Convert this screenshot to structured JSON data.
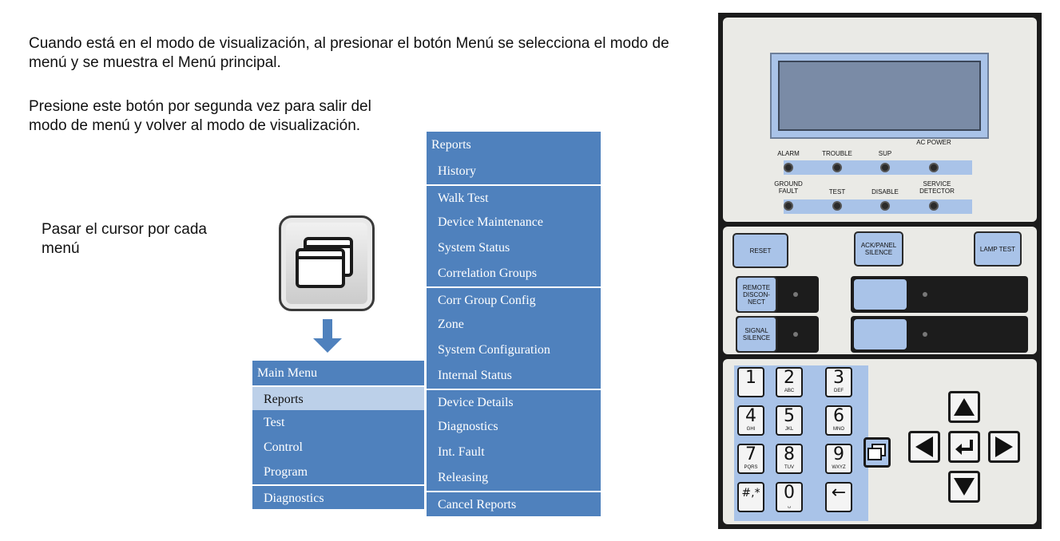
{
  "instructions": {
    "intro": "Cuando está en el modo de visualización, al presionar el botón Menú se selecciona el modo de menú y se muestra el Menú principal.",
    "exit": "Presione este botón por segunda vez para salir del modo de menú y volver al modo de visualización.",
    "hover": "Pasar el cursor por cada menú"
  },
  "main_menu": {
    "title": "Main Menu",
    "items": [
      "Reports",
      "Test",
      "Control",
      "Program",
      "Diagnostics"
    ],
    "selected": "Reports"
  },
  "reports_menu": {
    "title": "Reports",
    "items": [
      "History",
      "Walk Test",
      "Device Maintenance",
      "System Status",
      "Correlation Groups",
      "Corr Group Config",
      "Zone",
      "System Configuration",
      "Internal Status",
      "Device Details",
      "Diagnostics",
      "Int. Fault",
      "Releasing",
      "Cancel Reports"
    ]
  },
  "panel": {
    "leds_row1": [
      "ALARM",
      "TROUBLE",
      "SUP",
      "AC POWER"
    ],
    "leds_row2": [
      "GROUND FAULT",
      "TEST",
      "DISABLE",
      "SERVICE DETECTOR"
    ],
    "buttons": {
      "reset": "RESET",
      "ack": "ACK/PANEL SILENCE",
      "lamp": "LAMP TEST",
      "remote": "REMOTE DISCON-NECT",
      "signal": "SIGNAL SILENCE"
    },
    "keys": [
      {
        "num": "1",
        "sub": ""
      },
      {
        "num": "2",
        "sub": "ABC"
      },
      {
        "num": "3",
        "sub": "DEF"
      },
      {
        "num": "4",
        "sub": "GHI"
      },
      {
        "num": "5",
        "sub": "JKL"
      },
      {
        "num": "6",
        "sub": "MNO"
      },
      {
        "num": "7",
        "sub": "PQRS"
      },
      {
        "num": "8",
        "sub": "TUV"
      },
      {
        "num": "9",
        "sub": "WXYZ"
      },
      {
        "num": "#,*",
        "sub": ""
      },
      {
        "num": "0",
        "sub": "␣"
      },
      {
        "num": "←",
        "sub": ""
      }
    ],
    "accent": "#a9c3e8"
  },
  "colors": {
    "menu_blue": "#4f81bd",
    "menu_selected": "#bcd0e9"
  }
}
